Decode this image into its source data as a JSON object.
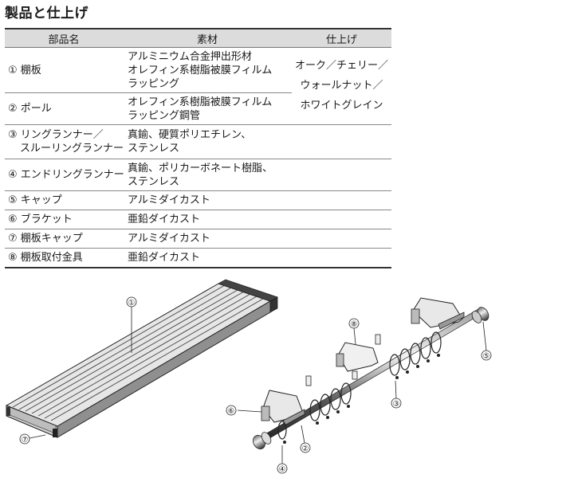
{
  "title": "製品と仕上げ",
  "table": {
    "headers": {
      "part": "部品名",
      "material": "素材",
      "finish": "仕上げ"
    },
    "rows": [
      {
        "part": "① 棚板",
        "material": [
          "アルミニウム合金押出形材",
          "オレフィン系樹脂被膜フィルム",
          "ラッピング"
        ]
      },
      {
        "part": "② ポール",
        "material": [
          "オレフィン系樹脂被膜フィルム",
          "ラッピング鋼管"
        ]
      },
      {
        "part": [
          "③ リングランナー／",
          "スルーリングランナー"
        ],
        "material": [
          "真鍮、硬質ポリエチレン、",
          "ステンレス"
        ]
      },
      {
        "part": "④ エンドリングランナー",
        "material": [
          "真鍮、ポリカーボネート樹脂、",
          "ステンレス"
        ]
      },
      {
        "part": "⑤ キャップ",
        "material": [
          "アルミダイカスト"
        ]
      },
      {
        "part": "⑥ ブラケット",
        "material": [
          "亜鉛ダイカスト"
        ]
      },
      {
        "part": "⑦ 棚板キャップ",
        "material": [
          "アルミダイカスト"
        ]
      },
      {
        "part": "⑧ 棚板取付金具",
        "material": [
          "亜鉛ダイカスト"
        ]
      }
    ],
    "finish": [
      "オーク／チェリー／",
      "ウォールナット／",
      "ホワイトグレイン"
    ]
  },
  "callouts": {
    "shelf": "①",
    "shelf_cap": "⑦",
    "bracket": "⑥",
    "shelf_mount": "⑧",
    "pole": "②",
    "ring_runner": "③",
    "end_ring_runner": "④",
    "cap": "⑤"
  }
}
